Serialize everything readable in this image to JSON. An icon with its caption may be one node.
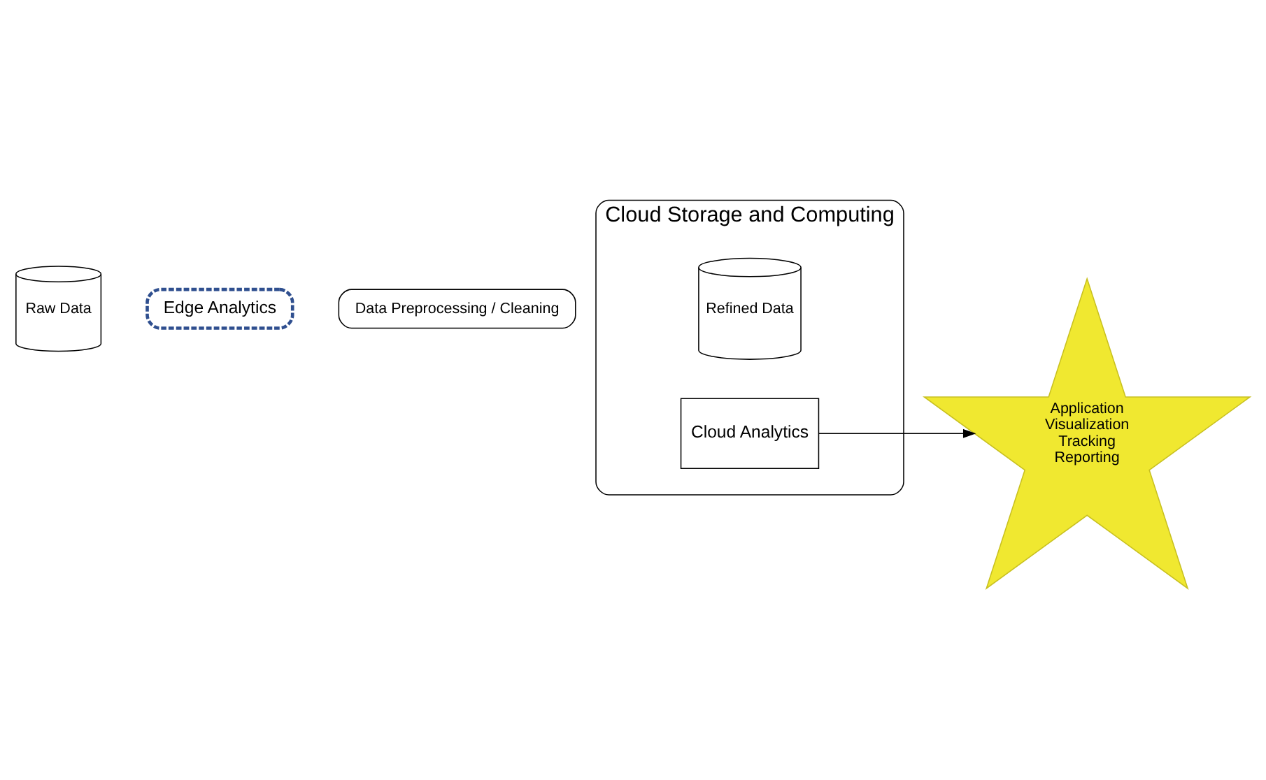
{
  "diagram": {
    "nodes": [
      {
        "text": [
          "Cloud Storage and Computing"
        ]
      },
      {
        "text": [
          "Refined Data"
        ],
        "in": 0
      },
      {
        "text": [
          "Cloud Analytics"
        ],
        "in": 0
      },
      {
        "text": [
          "Data Preprocessing / Cleaning"
        ]
      },
      {
        "text": [
          "Raw Data"
        ]
      },
      {
        "text": [
          "Edge Analytics"
        ]
      },
      {
        "text": [
          "Application",
          "Visualization",
          "Tracking",
          "Reporting"
        ]
      }
    ],
    "edges": [
      {
        "from": 2,
        "to": 6,
        "arrow": "to"
      }
    ]
  }
}
